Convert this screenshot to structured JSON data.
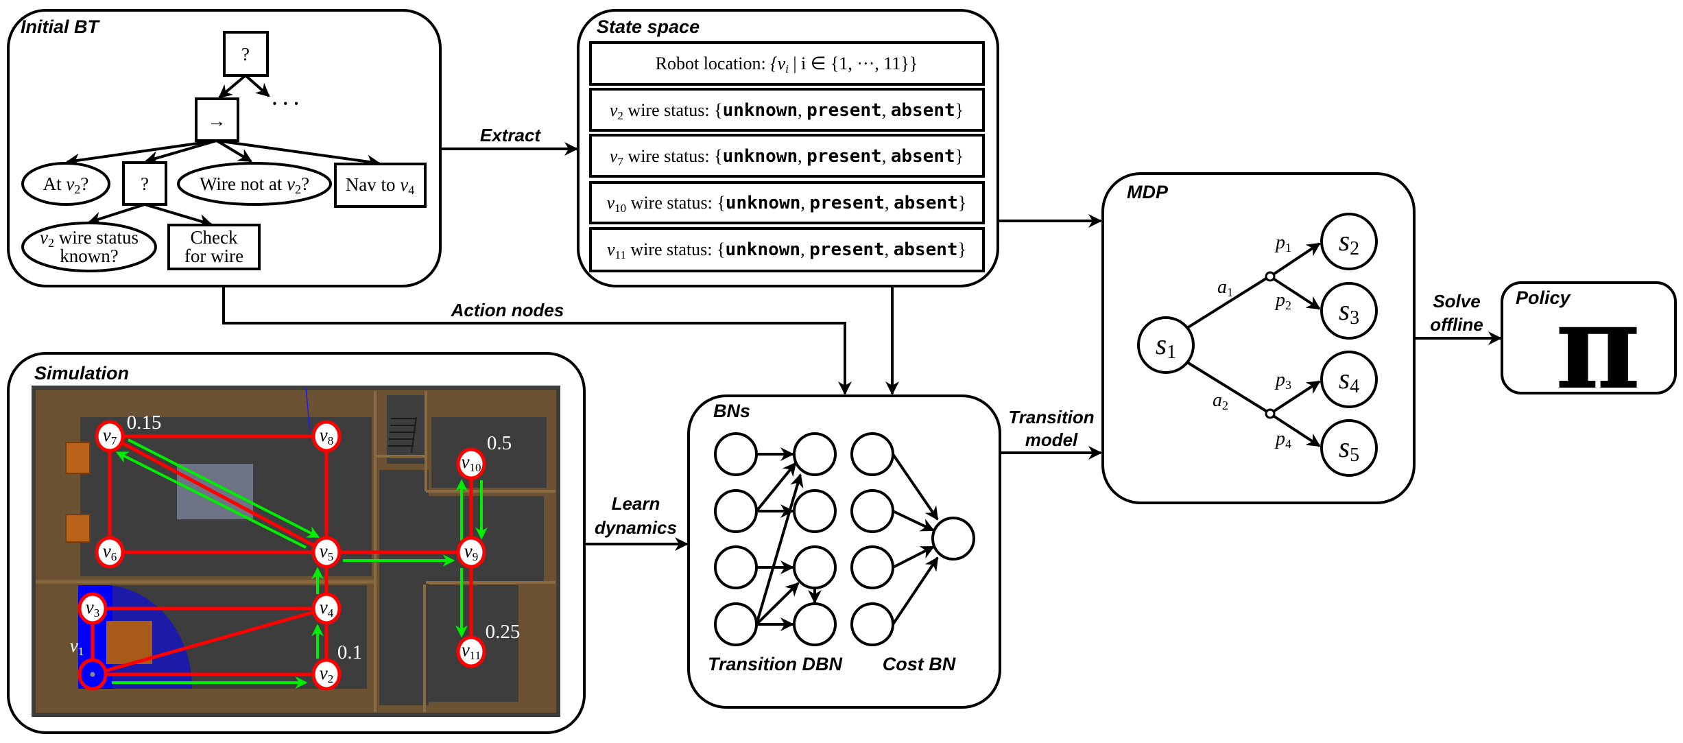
{
  "panels": {
    "initial_bt": {
      "title": "Initial BT",
      "root_label": "?",
      "sequence_label": "→",
      "ellipsis": "· · ·",
      "children": [
        {
          "kind": "condition",
          "text": "At ",
          "var": "v",
          "sub": "2",
          "suffix": "?"
        },
        {
          "kind": "fallback",
          "text": "?"
        },
        {
          "kind": "condition",
          "text": "Wire not at ",
          "var": "v",
          "sub": "2",
          "suffix": "?"
        },
        {
          "kind": "action",
          "text": "Nav to ",
          "var": "v",
          "sub": "4",
          "suffix": ""
        }
      ],
      "fallback_children": [
        {
          "kind": "condition",
          "line1_var": "v",
          "line1_sub": "2",
          "line1": " wire status",
          "line2": "known?"
        },
        {
          "kind": "action",
          "line1": "Check",
          "line2": "for wire"
        }
      ]
    },
    "state_space": {
      "title": "State space",
      "robot_location": {
        "label": "Robot location: ",
        "set": "{v",
        "set_sub": "i",
        "set_rest": " | i ∈ {1, ···, 11}}"
      },
      "wire_rows": [
        {
          "var": "v",
          "sub": "2",
          "label": " wire status: ",
          "values": [
            "unknown",
            "present",
            "absent"
          ]
        },
        {
          "var": "v",
          "sub": "7",
          "label": " wire status: ",
          "values": [
            "unknown",
            "present",
            "absent"
          ]
        },
        {
          "var": "v",
          "sub": "10",
          "label": " wire status: ",
          "values": [
            "unknown",
            "present",
            "absent"
          ]
        },
        {
          "var": "v",
          "sub": "11",
          "label": " wire status: ",
          "values": [
            "unknown",
            "present",
            "absent"
          ]
        }
      ]
    },
    "simulation": {
      "title": "Simulation",
      "nodes": [
        {
          "id": "v1",
          "sub": "1",
          "active": true
        },
        {
          "id": "v2",
          "sub": "2"
        },
        {
          "id": "v3",
          "sub": "3"
        },
        {
          "id": "v4",
          "sub": "4"
        },
        {
          "id": "v5",
          "sub": "5"
        },
        {
          "id": "v6",
          "sub": "6"
        },
        {
          "id": "v7",
          "sub": "7"
        },
        {
          "id": "v8",
          "sub": "8"
        },
        {
          "id": "v9",
          "sub": "9"
        },
        {
          "id": "v10",
          "sub": "10"
        },
        {
          "id": "v11",
          "sub": "11"
        }
      ],
      "wire_probabilities": [
        {
          "node": "v7",
          "value": "0.15"
        },
        {
          "node": "v10",
          "value": "0.5"
        },
        {
          "node": "v11",
          "value": "0.25"
        },
        {
          "node": "v2",
          "value": "0.1"
        }
      ],
      "v1_label": "v",
      "v1_sub": "1",
      "edge_color": "#ff0000",
      "path_color": "#00ee00"
    },
    "bns": {
      "title": "BNs",
      "transition_label": "Transition DBN",
      "cost_label": "Cost BN"
    },
    "mdp": {
      "title": "MDP",
      "states": [
        {
          "name": "s",
          "sub": "1"
        },
        {
          "name": "s",
          "sub": "2"
        },
        {
          "name": "s",
          "sub": "3"
        },
        {
          "name": "s",
          "sub": "4"
        },
        {
          "name": "s",
          "sub": "5"
        }
      ],
      "actions": [
        {
          "name": "a",
          "sub": "1"
        },
        {
          "name": "a",
          "sub": "2"
        }
      ],
      "probabilities": [
        {
          "name": "p",
          "sub": "1"
        },
        {
          "name": "p",
          "sub": "2"
        },
        {
          "name": "p",
          "sub": "3"
        },
        {
          "name": "p",
          "sub": "4"
        }
      ]
    },
    "policy": {
      "title": "Policy",
      "symbol": "π"
    }
  },
  "flows": {
    "extract": "Extract",
    "action_nodes": "Action nodes",
    "learn_line1": "Learn",
    "learn_line2": "dynamics",
    "transition_line1": "Transition",
    "transition_line2": "model",
    "solve_line1": "Solve",
    "solve_line2": "offline"
  }
}
